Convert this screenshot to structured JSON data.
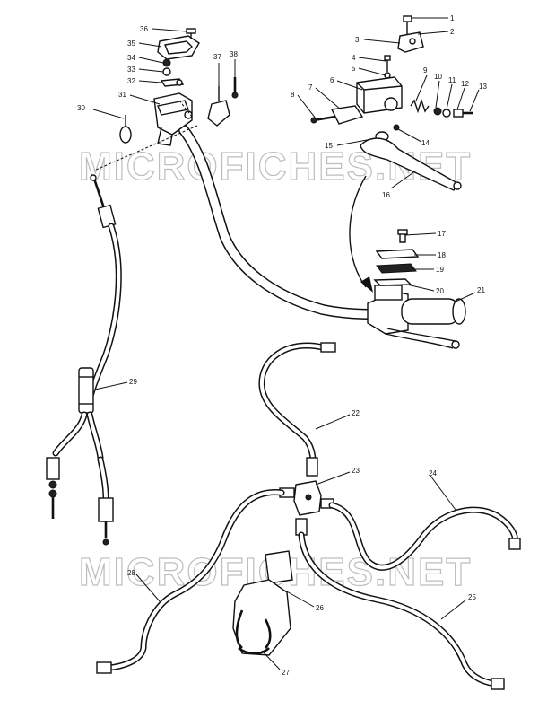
{
  "watermark": {
    "text": "MICROFICHES.NET"
  },
  "callouts": [
    "1",
    "2",
    "3",
    "4",
    "5",
    "6",
    "7",
    "8",
    "9",
    "10",
    "11",
    "12",
    "13",
    "14",
    "15",
    "16",
    "17",
    "18",
    "19",
    "20",
    "21",
    "22",
    "23",
    "24",
    "25",
    "26",
    "27",
    "28",
    "29",
    "30",
    "31",
    "32",
    "33",
    "34",
    "35",
    "36",
    "37",
    "38"
  ]
}
